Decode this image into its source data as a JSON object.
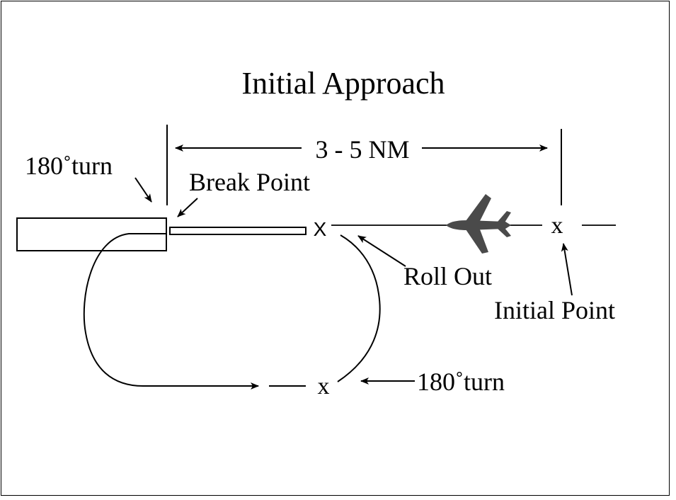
{
  "title": "Initial Approach",
  "distance_label": "3 - 5 NM",
  "turn_label_left": "180˚turn",
  "break_point_label": "Break Point",
  "roll_out_label": "Roll Out",
  "initial_point_label": "Initial Point",
  "turn_label_bottom": "180˚turn",
  "roll_out_marker": "X",
  "initial_point_marker": "x",
  "bottom_marker": "x",
  "colors": {
    "line": "#000000",
    "aircraft": "#4a4a4a",
    "background": "#ffffff"
  },
  "icons": {
    "aircraft": "jet-aircraft-icon"
  }
}
